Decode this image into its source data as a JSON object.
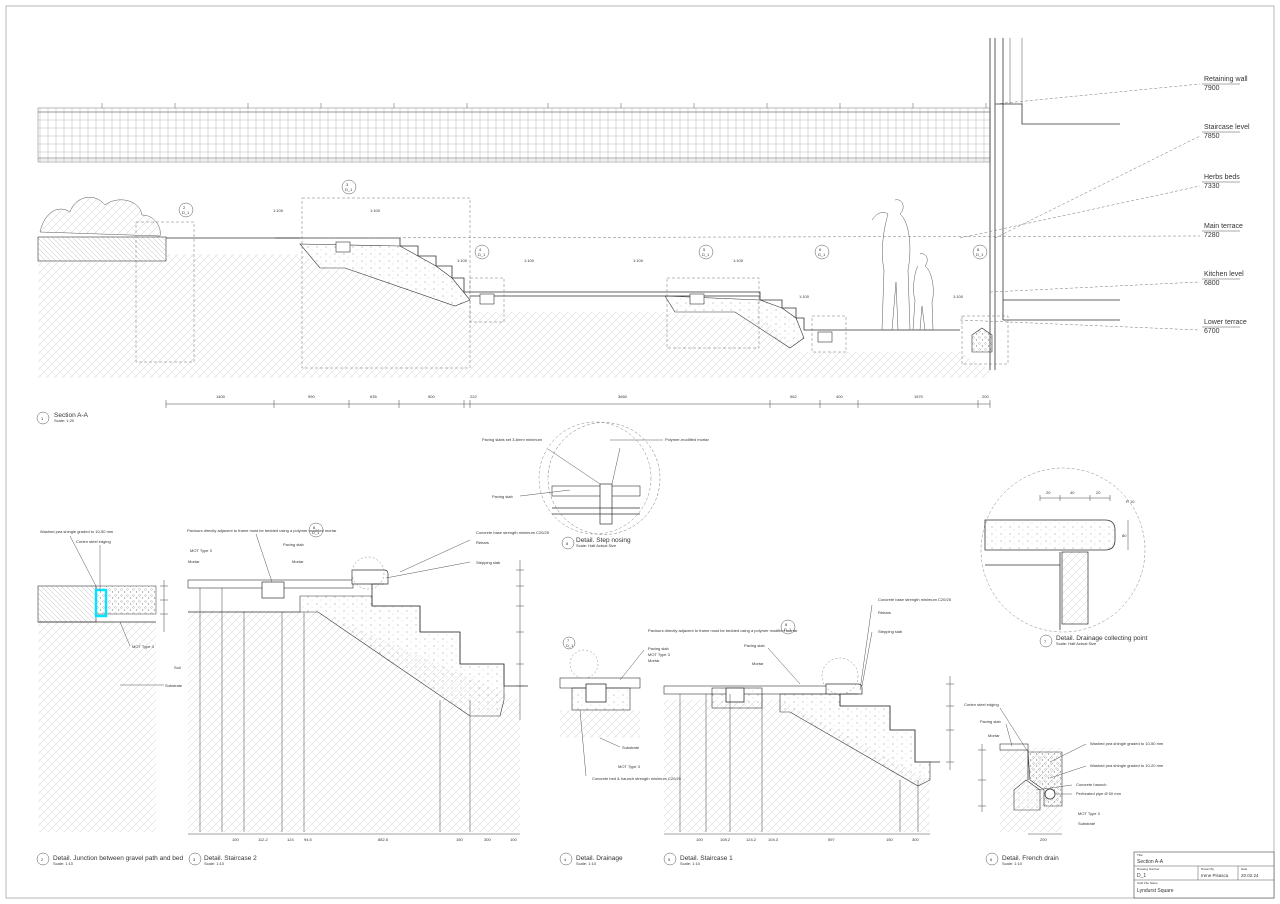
{
  "levels": [
    {
      "name": "Retaining wall",
      "value": "7900"
    },
    {
      "name": "Staircase level",
      "value": "7850"
    },
    {
      "name": "Herbs beds",
      "value": "7330"
    },
    {
      "name": "Main terrace",
      "value": "7280"
    },
    {
      "name": "Kitchen level",
      "value": "6800"
    },
    {
      "name": "Lower terrace",
      "value": "6700"
    }
  ],
  "section": {
    "number": "1",
    "title": "Section A-A",
    "scale": "Scale: 1:20",
    "slope_labels": [
      "1:100",
      "1:100",
      "1:100",
      "1:100",
      "1:100",
      "1:100",
      "1:100",
      "1:100"
    ],
    "dims": [
      "1400",
      "990",
      "635",
      "900",
      "222",
      "3660",
      "562",
      "400",
      "1570",
      "200"
    ],
    "markers": [
      "2\nD_1",
      "3\nD_1",
      "4\nD_1",
      "5\nD_1",
      "6\nD_1",
      "8\nD_1"
    ]
  },
  "details": [
    {
      "number": "2",
      "title": "Detail. Junction between gravel path and bed",
      "scale": "Scale: 1:10"
    },
    {
      "number": "3",
      "title": "Detail. Staircase 2",
      "scale": "Scale: 1:10"
    },
    {
      "number": "4",
      "title": "Detail. Drainage",
      "scale": "Scale: 1:10"
    },
    {
      "number": "5",
      "title": "Detail. Staircase 1",
      "scale": "Scale: 1:10"
    },
    {
      "number": "6",
      "title": "Detail. French drain",
      "scale": "Scale: 1:10"
    },
    {
      "number": "7",
      "title": "Detail. Drainage collecting point",
      "scale": "Scale: Half Actual Size"
    },
    {
      "number": "8",
      "title": "Detail. Step nosing",
      "scale": "Scale: Half Actual Size"
    }
  ],
  "notes": {
    "d7_top_left": "Paving slabs set 3-6mm minimum",
    "d7_top_right": "Polymer-modified mortar",
    "d7_paving": "Paving slab",
    "d2_gravel": "Washed pea shingle graded to 10-50 mm",
    "d2_edging": "Corten steel edging",
    "d2_mot": "MOT Type 3",
    "d2_soil": "Soil",
    "d2_substrate": "Substrate",
    "d3_paviours": "Paviours directly adjacent to frame must be bedded using a polymer modified mortar",
    "d3_paving": "Paving slab",
    "d3_mot": "MOT Type 3",
    "d3_mortar": "Mortar",
    "d3_mortar2": "Mortar",
    "d3_concrete": "Concrete base strength minimum C20/25",
    "d3_rebars": "Rebars",
    "d3_stepping": "Stepping slab",
    "d4_paviours": "Paviours directly adjacent to frame must be bedded using a polymer modified mortar",
    "d4_paving": "Paving slab",
    "d4_mot": "MOT Type 3",
    "d4_mortar": "Mortar",
    "d4_substrate": "Substrate",
    "d4_mot2": "MOT Type 3",
    "d4_concrete": "Concrete bed & haunch strength minimum C20/25",
    "d5_paving": "Paving slab",
    "d5_mortar": "Mortar",
    "d5_concrete": "Concrete base strength minimum C20/25",
    "d5_rebars": "Rebars",
    "d5_stepping": "Stepping slab",
    "d6_edging": "Corten steel edging",
    "d6_paving": "Paving slab",
    "d6_mortar": "Mortar",
    "d6_shingle1": "Washed pea shingle graded to 10-50 mm",
    "d6_shingle2": "Washed pea shingle graded to 10-20 mm",
    "d6_haunch": "Concrete haunch",
    "d6_pipe": "Perforated pipe Ø 50 mm",
    "d6_mot": "MOT Type 3",
    "d6_substrate": "Substrate"
  },
  "d3_dims": [
    "100",
    "112.2",
    "124",
    "94.5",
    "882.5",
    "150",
    "300",
    "100"
  ],
  "d5_dims": [
    "100",
    "108.2",
    "124.2",
    "104.3",
    "597",
    "150",
    "300"
  ],
  "d6_dims": [
    "200"
  ],
  "d8_dims": [
    "20",
    "40",
    "20",
    "R 10",
    "80"
  ],
  "title_block": {
    "title_label": "Title",
    "title": "Section A-A",
    "drawing_number_label": "Drawing Number",
    "drawing_number": "D_1",
    "drawn_by_label": "Drawn By",
    "drawn_by": "Irene Pisasca",
    "date_label": "Date",
    "date": "20.02.24",
    "project_label": "CAD File Name",
    "project": "Lyndurst Square"
  },
  "colors": {
    "accent": "#00e5ff",
    "line": "#333333"
  }
}
